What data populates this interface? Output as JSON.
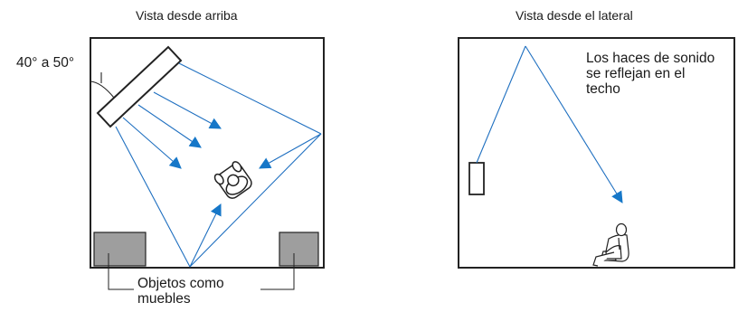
{
  "top_view": {
    "title": "Vista desde arriba",
    "angle_label": "40° a 50°",
    "furniture_label": "Objetos como muebles"
  },
  "side_view": {
    "title": "Vista desde el lateral",
    "reflection_note": "Los haces de sonido se reflejan en el techo"
  },
  "colors": {
    "beam": "#1e6fc0",
    "arrowhead": "#1677c8",
    "outline": "#222222",
    "furniture_fill": "#9e9e9e"
  }
}
